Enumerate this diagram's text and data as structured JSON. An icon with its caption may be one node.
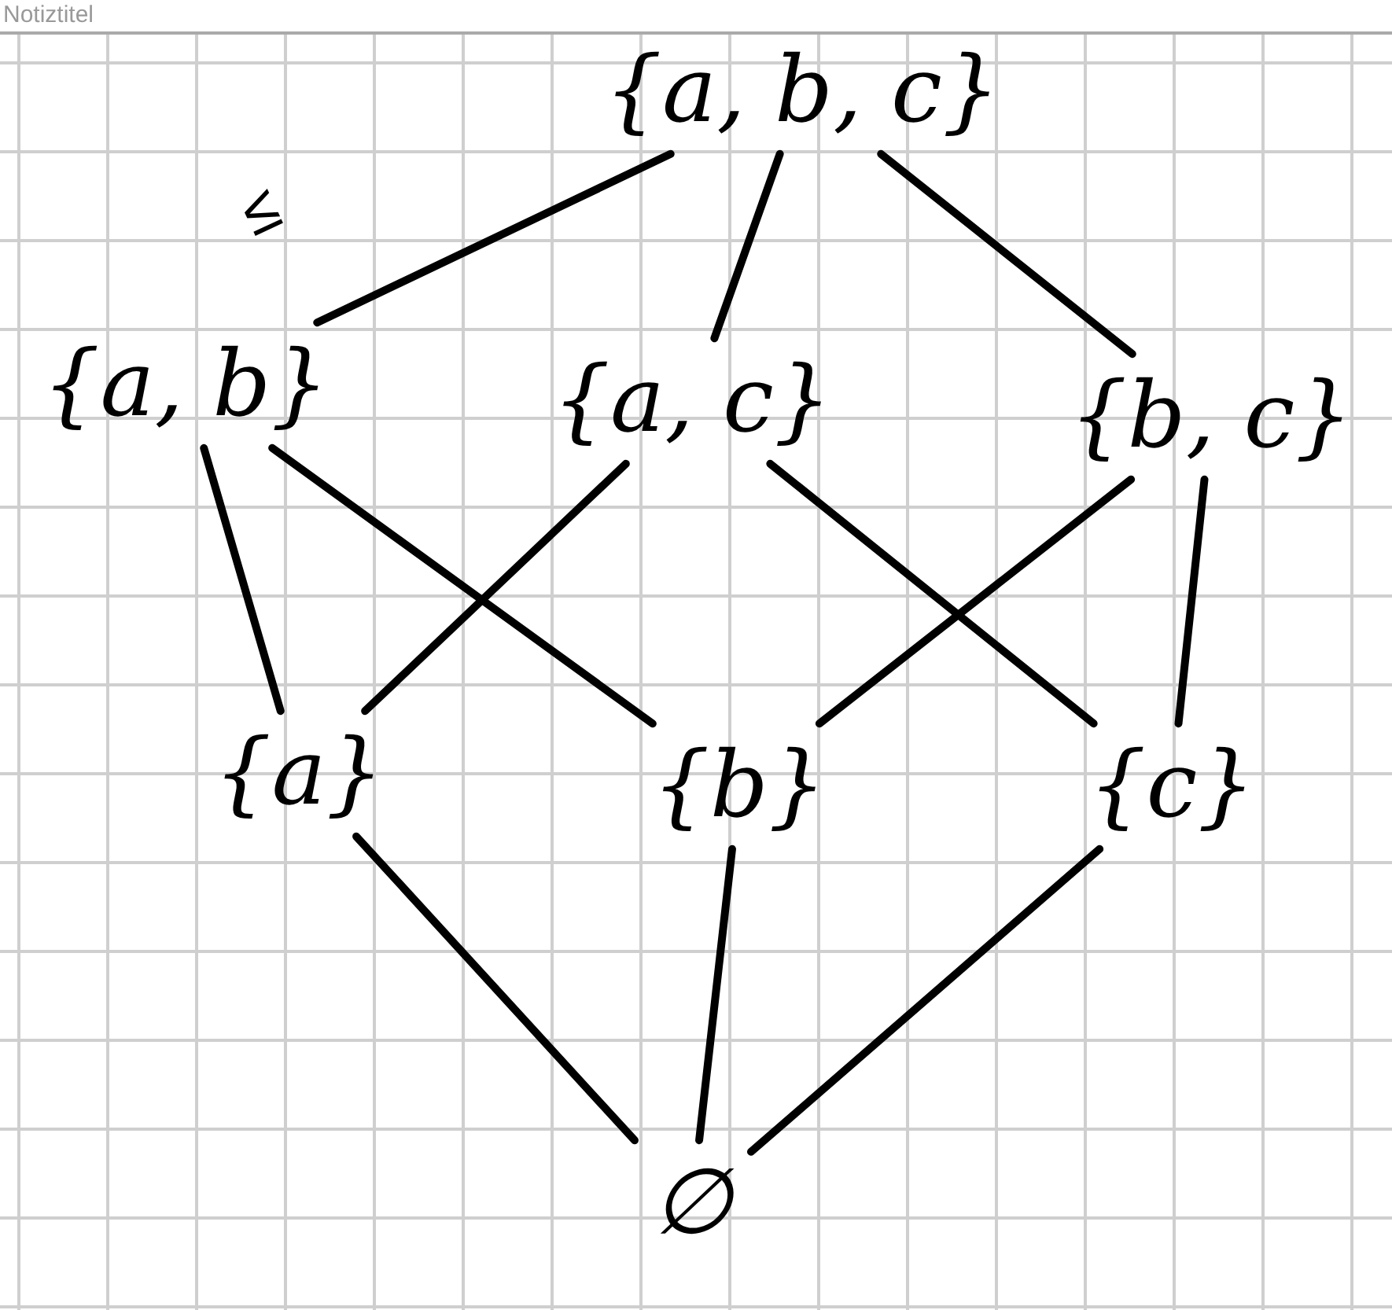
{
  "diagram": {
    "nodes": [
      {
        "text": [
          "{a, b, c}"
        ]
      },
      {
        "text": [
          "{a, b}"
        ]
      },
      {
        "text": [
          "{a, c}"
        ]
      },
      {
        "text": [
          "{b, c}"
        ]
      },
      {
        "text": [
          "{a}"
        ]
      },
      {
        "text": [
          "{b}"
        ]
      },
      {
        "text": [
          "{c}"
        ]
      },
      {
        "text": [
          "∅"
        ]
      }
    ],
    "edges": [
      {
        "from": 0,
        "to": 1,
        "arrow": "none"
      },
      {
        "from": 0,
        "to": 2,
        "arrow": "none"
      },
      {
        "from": 0,
        "to": 3,
        "arrow": "none"
      },
      {
        "from": 1,
        "to": 4,
        "arrow": "none"
      },
      {
        "from": 1,
        "to": 5,
        "arrow": "none"
      },
      {
        "from": 2,
        "to": 4,
        "arrow": "none"
      },
      {
        "from": 2,
        "to": 6,
        "arrow": "none"
      },
      {
        "from": 3,
        "to": 5,
        "arrow": "none"
      },
      {
        "from": 3,
        "to": 6,
        "arrow": "none"
      },
      {
        "from": 4,
        "to": 7,
        "arrow": "none"
      },
      {
        "from": 5,
        "to": 7,
        "arrow": "none"
      },
      {
        "from": 6,
        "to": 7,
        "arrow": "none"
      }
    ],
    "labels": [
      "Notiztitel",
      "≤"
    ]
  }
}
